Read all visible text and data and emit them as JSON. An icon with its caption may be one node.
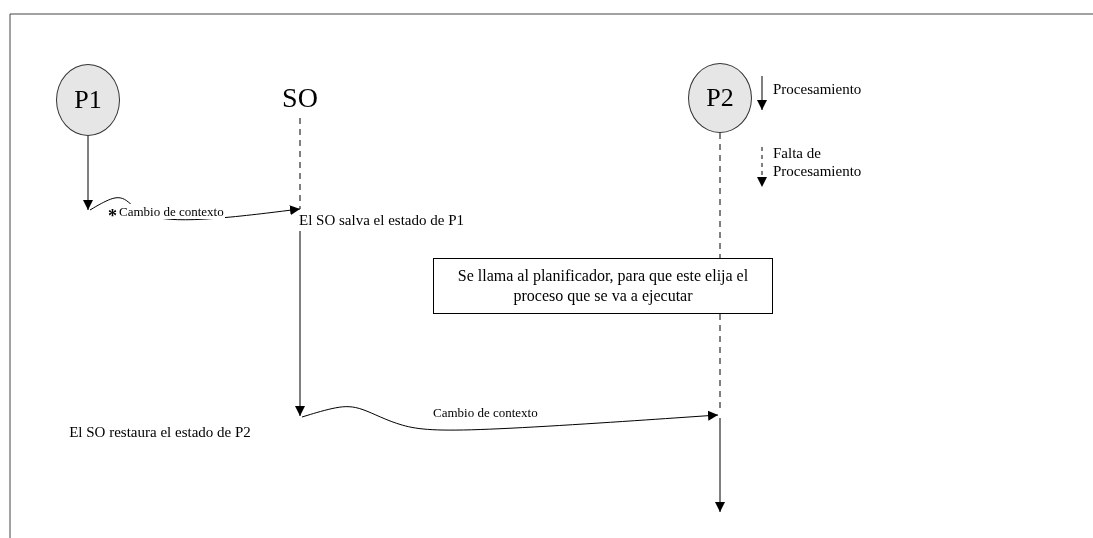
{
  "diagram": {
    "nodes": [
      {
        "text": [
          "P1"
        ]
      },
      {
        "text": [
          "SO"
        ]
      },
      {
        "text": [
          "P2"
        ]
      },
      {
        "text": [
          "Se llama al planificador, para que este elija el proceso que se va a ejecutar"
        ]
      },
      {
        "text": [
          "El SO salva el estado de P1"
        ]
      },
      {
        "text": [
          "El SO restaura el estado de P2"
        ]
      }
    ],
    "edges": [
      {
        "from": 0,
        "to": null,
        "arrow": "to"
      },
      {
        "from": null,
        "to": 4,
        "arrow": "to",
        "label": "Cambio de contexto"
      },
      {
        "from": 1,
        "to": 4,
        "arrow": "none",
        "style": "dashed"
      },
      {
        "from": 4,
        "to": null,
        "arrow": "to"
      },
      {
        "from": 5,
        "to": null,
        "arrow": "to",
        "label": "Cambio de contexto"
      },
      {
        "from": 2,
        "to": 3,
        "arrow": "none",
        "style": "dashed"
      },
      {
        "from": 3,
        "to": null,
        "arrow": "none",
        "style": "dashed"
      }
    ],
    "labels": [
      "*"
    ],
    "legend": [
      {
        "text": "Procesamiento"
      },
      {
        "text": "Falta de Procesamiento"
      }
    ]
  }
}
